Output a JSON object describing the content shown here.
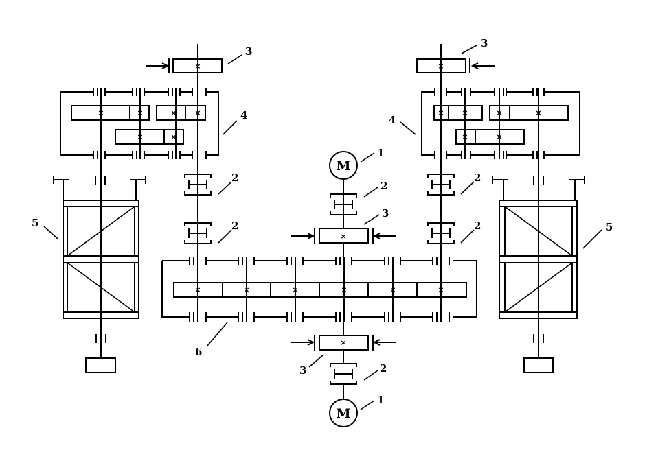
{
  "diagram": {
    "title": "",
    "components": [
      {
        "id": "1",
        "name": "motor",
        "symbol": "M",
        "count": 2
      },
      {
        "id": "2",
        "name": "coupling",
        "count": 6
      },
      {
        "id": "3",
        "name": "brake",
        "count": 4
      },
      {
        "id": "4",
        "name": "gearbox",
        "count": 2
      },
      {
        "id": "5",
        "name": "drum",
        "count": 2
      },
      {
        "id": "6",
        "name": "central-gear-train",
        "count": 1
      }
    ],
    "labels": {
      "motor_top": "1",
      "motor_bottom": "1",
      "motor_symbol": "M",
      "coupling": "2",
      "brake": "3",
      "gearbox": "4",
      "drum": "5",
      "gear_train": "6"
    },
    "gear_mark": "×"
  }
}
